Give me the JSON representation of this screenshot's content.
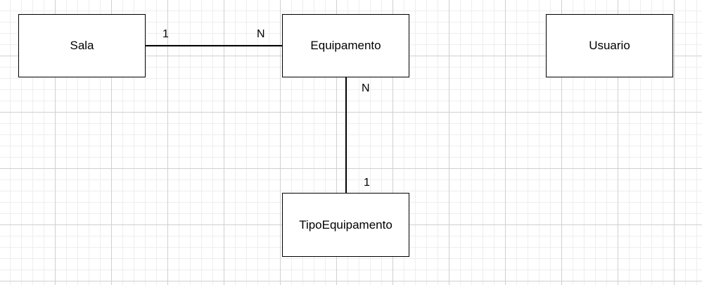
{
  "diagram": {
    "entities": {
      "sala": "Sala",
      "equipamento": "Equipamento",
      "usuario": "Usuario",
      "tipo_equipamento": "TipoEquipamento"
    },
    "relationships": [
      {
        "from": "Sala",
        "to": "Equipamento",
        "from_cardinality": "1",
        "to_cardinality": "N"
      },
      {
        "from": "Equipamento",
        "to": "TipoEquipamento",
        "from_cardinality": "N",
        "to_cardinality": "1"
      }
    ]
  }
}
